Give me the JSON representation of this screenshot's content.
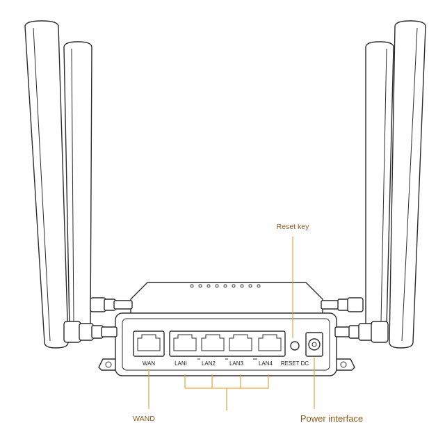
{
  "ports": {
    "wan": "WAN",
    "lan1": "LANI",
    "lan2": "LAN2",
    "lan3": "LAN3",
    "lan4": "LAN4",
    "reset_dc": "RESET DC"
  },
  "callouts": {
    "reset_key": "Reset key",
    "wan": "WAND",
    "power": "Power interface"
  },
  "colors": {
    "callout_text": "#8a5a1e",
    "callout_line": "#e8a33d",
    "outline": "#2b2b2b"
  },
  "icons": [
    "antenna-icon",
    "ethernet-port-icon",
    "led-indicator-icon",
    "dc-jack-icon",
    "reset-button-icon"
  ]
}
